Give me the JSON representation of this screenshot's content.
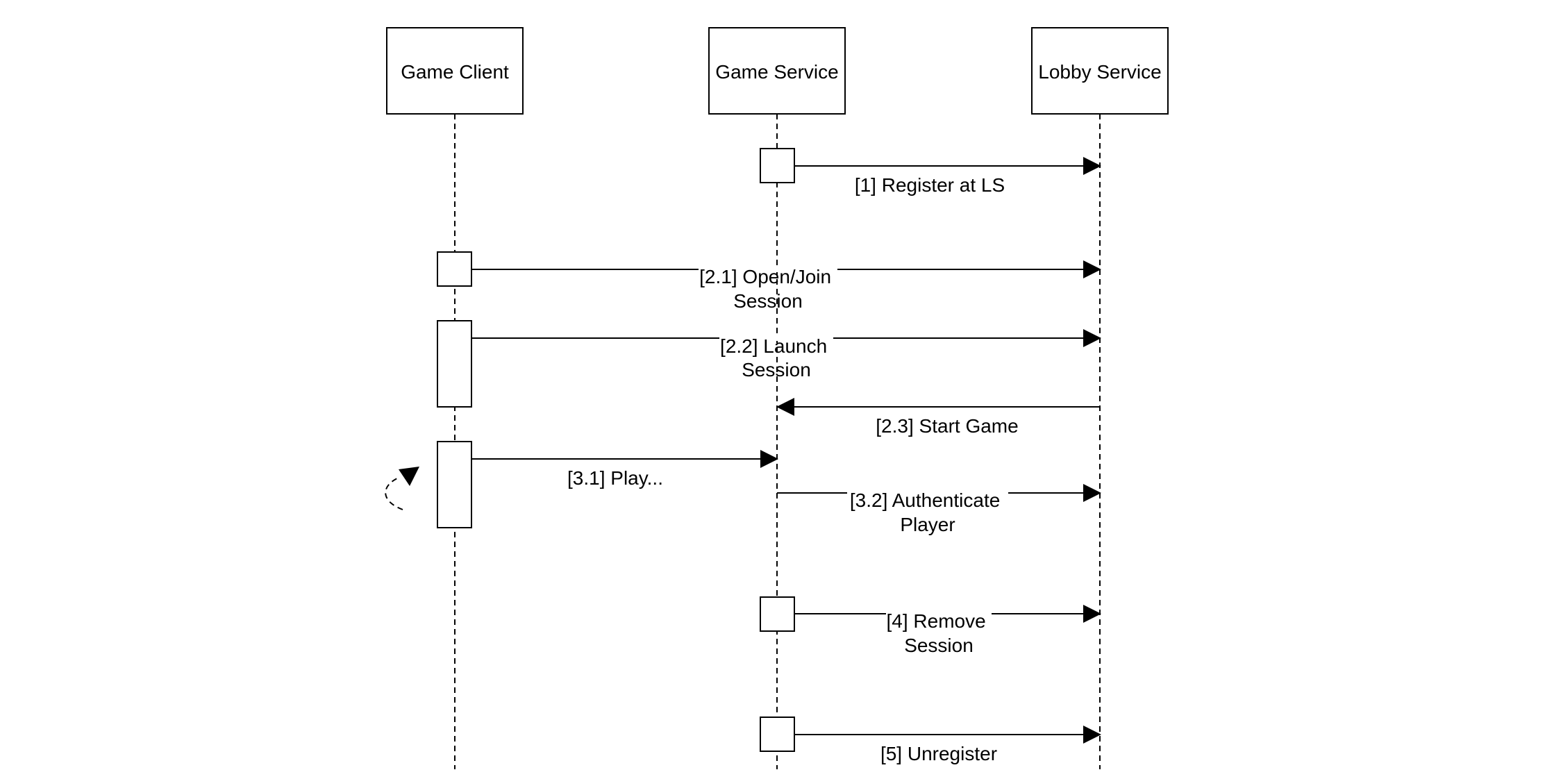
{
  "diagram": {
    "type": "sequence",
    "participants": [
      {
        "id": "client",
        "name": "Game Client"
      },
      {
        "id": "game",
        "name": "Game Service"
      },
      {
        "id": "lobby",
        "name": "Lobby Service"
      }
    ],
    "messages": [
      {
        "id": "m1",
        "from": "game",
        "to": "lobby",
        "label": [
          "[1] Register at LS"
        ]
      },
      {
        "id": "m21",
        "from": "client",
        "to": "lobby",
        "label": [
          "[2.1] Open/Join",
          "Session"
        ]
      },
      {
        "id": "m22",
        "from": "client",
        "to": "lobby",
        "label": [
          "[2.2] Launch",
          "Session"
        ]
      },
      {
        "id": "m23",
        "from": "lobby",
        "to": "game",
        "label": [
          "[2.3] Start Game"
        ]
      },
      {
        "id": "m31",
        "from": "client",
        "to": "game",
        "label": [
          "[3.1] Play..."
        ]
      },
      {
        "id": "m32",
        "from": "game",
        "to": "lobby",
        "label": [
          "[3.2] Authenticate",
          "Player"
        ]
      },
      {
        "id": "m4",
        "from": "game",
        "to": "lobby",
        "label": [
          "[4] Remove",
          "Session"
        ]
      },
      {
        "id": "m5",
        "from": "game",
        "to": "lobby",
        "label": [
          "[5] Unregister"
        ]
      }
    ]
  }
}
